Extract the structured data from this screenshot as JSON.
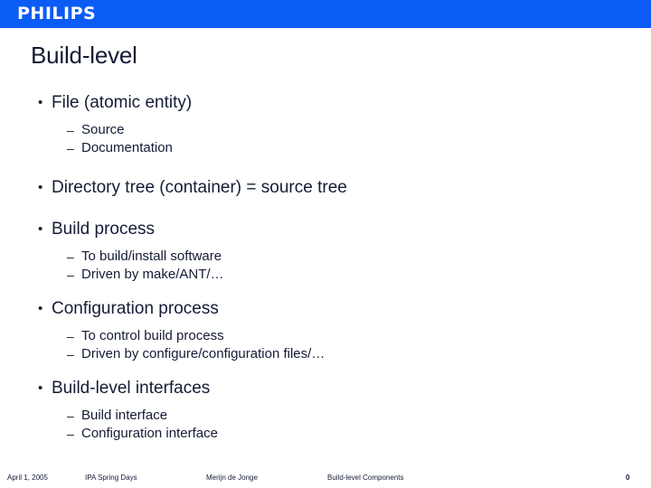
{
  "header": {
    "brand": "PHILIPS",
    "bar_color": "#0B5CF5"
  },
  "title": "Build-level",
  "text_color": "#141C35",
  "bullet_marker": "•",
  "sub_marker": "–",
  "content": [
    {
      "text": "File (atomic entity)",
      "children": [
        "Source",
        "Documentation"
      ]
    },
    {
      "text": "Directory tree (container) = source tree",
      "children": []
    },
    {
      "text": "Build process",
      "children": [
        "To build/install software",
        "Driven by make/ANT/…"
      ]
    },
    {
      "text": "Configuration process",
      "children": [
        "To control build process",
        "Driven by configure/configuration files/…"
      ]
    },
    {
      "text": "Build-level interfaces",
      "children": [
        "Build interface",
        "Configuration interface"
      ]
    }
  ],
  "footer": {
    "date": "April 1, 2005",
    "event": "IPA Spring Days",
    "author": "Merijn de Jonge",
    "topic": "Build-level Components",
    "page_number": "0"
  }
}
